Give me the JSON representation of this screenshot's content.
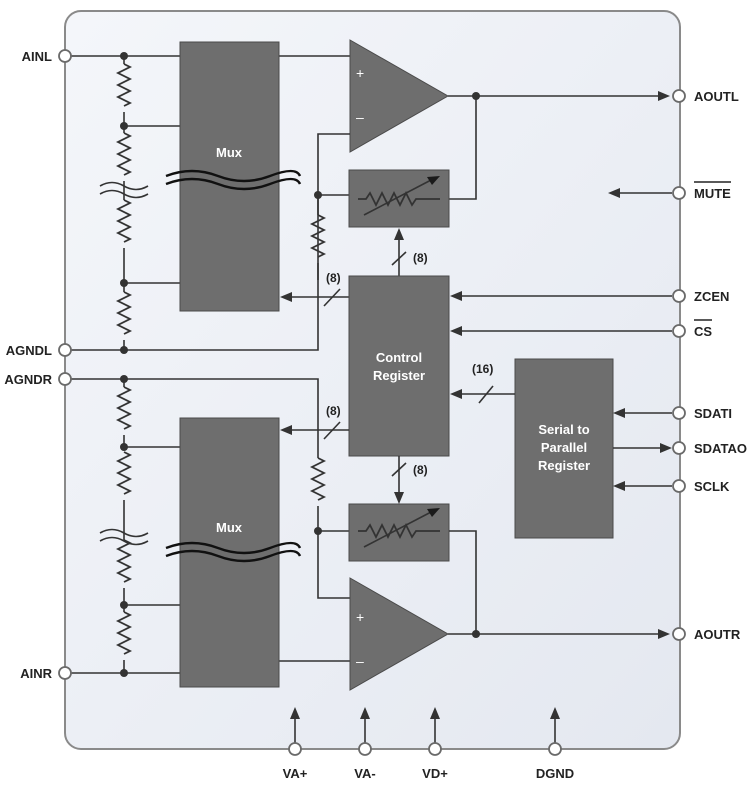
{
  "pins": {
    "ainl": "AINL",
    "agndl": "AGNDL",
    "agndr": "AGNDR",
    "ainr": "AINR",
    "aoutl": "AOUTL",
    "mute": "MUTE",
    "zcen": "ZCEN",
    "cs": "CS",
    "sdati": "SDATI",
    "sdatao": "SDATAO",
    "sclk": "SCLK",
    "aoutr": "AOUTR",
    "vap": "VA+",
    "vam": "VA-",
    "vdp": "VD+",
    "dgnd": "DGND"
  },
  "blocks": {
    "mux_top": "Mux",
    "mux_bottom": "Mux",
    "control_line1": "Control",
    "control_line2": "Register",
    "serial_line1": "Serial to",
    "serial_line2": "Parallel",
    "serial_line3": "Register"
  },
  "amp": {
    "plus": "+",
    "minus": "–"
  },
  "buses": {
    "top_vol": "(8)",
    "top_mux": "(8)",
    "serial": "(16)",
    "bottom_mux": "(8)",
    "bottom_vol": "(8)"
  },
  "colors": {
    "block": "#6e6e6e",
    "chip_bg": "#eceff5",
    "chip_border": "#8a8a8a",
    "wire": "#333333"
  }
}
